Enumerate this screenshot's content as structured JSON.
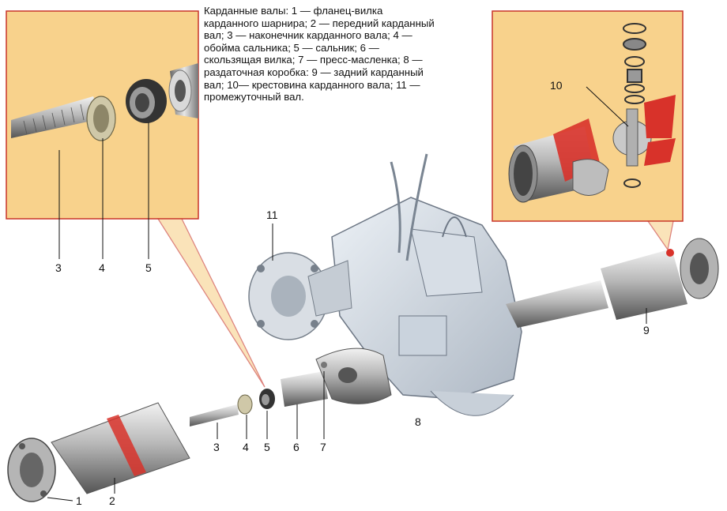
{
  "caption": "Карданные валы: 1 — фланец-вилка\nкарданного шарнира; 2 — передний карданный\nвал; 3 — наконечник карданного вала; 4 —\nобойма сальника; 5 — сальник; 6 —\nскользящая вилка; 7 — пресс-масленка; 8 —\nраздаточная коробка: 9 — задний карданный\nвал; 10— крестовина карданного вала; 11 —\nпромежуточный вал.",
  "labels": {
    "l1": "1",
    "l2": "2",
    "l3": "3",
    "l4": "4",
    "l5": "5",
    "l6": "6",
    "l7": "7",
    "l8": "8",
    "l9": "9",
    "l10": "10",
    "l11": "11",
    "inset_l3": "3",
    "inset_l4": "4",
    "inset_l5": "5"
  },
  "colors": {
    "inset_bg": "#f8d28c",
    "inset_border": "#c8342a",
    "metal": "#b9b9b9",
    "accent_red": "#d8322a"
  }
}
